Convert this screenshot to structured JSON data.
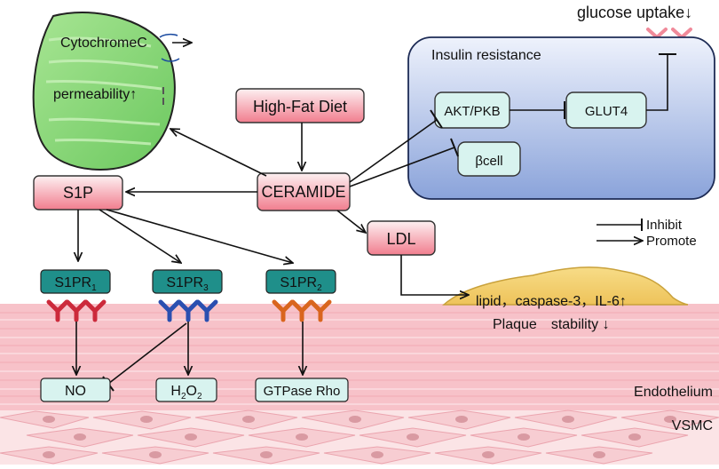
{
  "top_label": "glucose uptake↓",
  "insulin_box": {
    "title": "Insulin resistance",
    "akt": "AKT/PKB",
    "glut4": "GLUT4",
    "beta_cell": "βcell"
  },
  "mitochondrion": {
    "cytochrome": "CytochromeC",
    "permeability": "permeability↑"
  },
  "nodes": {
    "high_fat_diet": "High-Fat Diet",
    "ceramide": "CERAMIDE",
    "s1p": "S1P",
    "ldl": "LDL"
  },
  "receptors": {
    "s1pr1": {
      "base": "S1PR",
      "sub": "1"
    },
    "s1pr3": {
      "base": "S1PR",
      "sub": "3"
    },
    "s1pr2": {
      "base": "S1PR",
      "sub": "2"
    }
  },
  "effectors": {
    "no": "NO",
    "h2o2": {
      "h": "H",
      "sub1": "2",
      "o": "O",
      "sub2": "2"
    },
    "gtpase": "GTPase Rho"
  },
  "legend": {
    "inhibit": "Inhibit",
    "promote": "Promote"
  },
  "plaque": {
    "line1": "lipid，caspase-3，IL-6↑",
    "line2": "Plaque　stability ↓"
  },
  "layers": {
    "endothelium": "Endothelium",
    "vsmc": "VSMC"
  },
  "colors": {
    "pink_box_top": "#fbe6e8",
    "pink_box_bottom": "#f07f8f",
    "teal_box": "#d8f3ef",
    "teal_receptor_box": "#1f8f8a",
    "insulin_top": "#e7ecfb",
    "insulin_bottom": "#91a8dc",
    "endothelium": "#f8c4cb",
    "plaque": "#f4d27a",
    "mitochondrion": "#8cd878",
    "receptor_red": "#cc2a3b",
    "receptor_blue": "#2a4fb0",
    "receptor_orange": "#d9651e",
    "glucose_receptor": "#f08a9a"
  }
}
